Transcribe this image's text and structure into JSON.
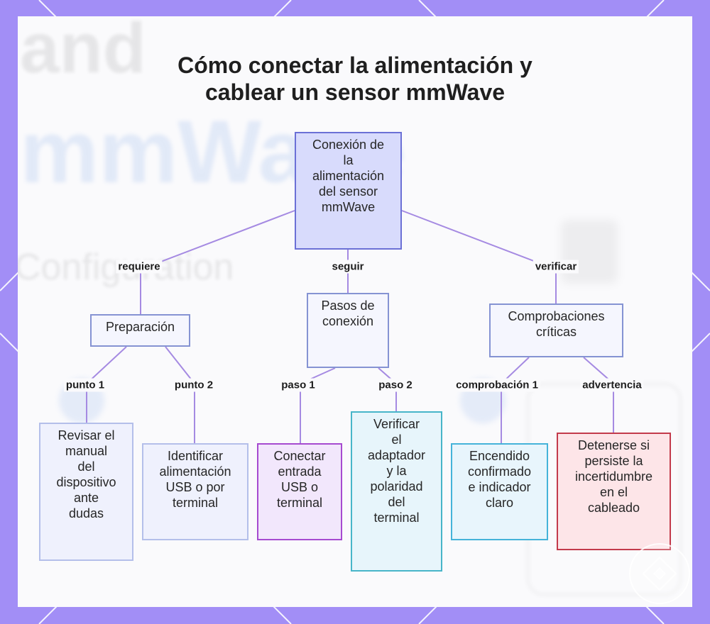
{
  "title": {
    "lines": [
      "Cómo conectar la alimentación y",
      "cablear un sensor mmWave"
    ]
  },
  "background": {
    "words": [
      "and",
      "mmWave",
      "Configuration"
    ]
  },
  "root": {
    "lines": [
      "Conexión de",
      "la",
      "alimentación",
      "del sensor",
      "mmWave"
    ]
  },
  "branches": [
    {
      "edge_label": "requiere",
      "node": {
        "lines": [
          "Preparación"
        ]
      },
      "children": [
        {
          "edge_label": "punto 1",
          "node": {
            "lines": [
              "Revisar el",
              "manual",
              "del",
              "dispositivo",
              "ante",
              "dudas"
            ]
          }
        },
        {
          "edge_label": "punto 2",
          "node": {
            "lines": [
              "Identificar",
              "alimentación",
              "USB o por",
              "terminal"
            ]
          }
        }
      ]
    },
    {
      "edge_label": "seguir",
      "node": {
        "lines": [
          "Pasos de",
          "conexión"
        ]
      },
      "children": [
        {
          "edge_label": "paso 1",
          "node": {
            "lines": [
              "Conectar",
              "entrada",
              "USB o",
              "terminal"
            ]
          }
        },
        {
          "edge_label": "paso 2",
          "node": {
            "lines": [
              "Verificar",
              "el",
              "adaptador",
              "y la",
              "polaridad",
              "del",
              "terminal"
            ]
          }
        }
      ]
    },
    {
      "edge_label": "verificar",
      "node": {
        "lines": [
          "Comprobaciones",
          "críticas"
        ]
      },
      "children": [
        {
          "edge_label": "comprobación 1",
          "node": {
            "lines": [
              "Encendido",
              "confirmado",
              "e indicador",
              "claro"
            ]
          }
        },
        {
          "edge_label": "advertencia",
          "node": {
            "lines": [
              "Detenerse si",
              "persiste la",
              "incertidumbre",
              "en el",
              "cableado"
            ]
          }
        }
      ]
    }
  ],
  "icons": {
    "watermark": "watermark-logo-icon"
  },
  "colors": {
    "frame": "#a28ef6",
    "frame_lines": "#ffffff",
    "panel": "#fafafc",
    "edge": "#a58ae2",
    "text": "#262626",
    "root_fill": "#d8dbfc",
    "root_border": "#6b70d6",
    "category_fill": "#f5f6fe",
    "category_border": "#8593d3",
    "neutral_fill": "#eff1fd",
    "neutral_border": "#b4bfea",
    "purple_fill": "#f2e7fc",
    "purple_border": "#a64ad0",
    "teal_fill": "#e7f5fb",
    "teal_border": "#47b5c9",
    "cyan_fill": "#e8f5fc",
    "cyan_border": "#45b3d9",
    "red_fill": "#fde5e8",
    "red_border": "#c33a4b"
  }
}
